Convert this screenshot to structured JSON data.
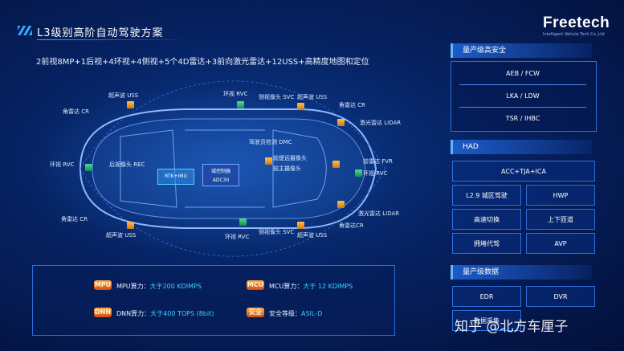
{
  "slide": {
    "title": "L3级别高阶自动驾驶方案",
    "subtitle": "2前视8MP+1后视+4环视+4侧视+5个4D雷达+3前向激光雷达+12USS+高精度地图和定位",
    "logo": "Freetech",
    "logo_sub": "Intelligent Vehicle Tech Co.,Ltd"
  },
  "car_labels": {
    "uss_tl": "超声波 USS",
    "rvc_top": "环视 RVC",
    "svc_top": "侧视像头 SVC",
    "uss_tr": "超声波 USS",
    "cr_tl": "角雷达 CR",
    "cr_tr": "角雷达 CR",
    "lidar_top": "激光雷达 LIDAR",
    "dmc": "驾驶员检测 DMC",
    "rvc_left": "环视 RVC",
    "rec": "后视像头 REC",
    "front_cam_a": "前提远摄像头",
    "front_cam_b": "前主摄像头",
    "fvr": "前雷达 FVR",
    "rvc_right": "环视 RVC",
    "rtk": "RTK+IMU",
    "adc": "域控制器\nADC30",
    "adc_line1": "域控制器",
    "adc_line2": "ADC30",
    "cr_bl": "角雷达 CR",
    "lidar_bot": "激光雷达 LIDAR",
    "cr_br": "角雷达CR",
    "uss_bl": "超声波 USS",
    "rvc_bot": "环视 RVC",
    "svc_bot": "侧视像头 SVC",
    "uss_br": "超声波 USS"
  },
  "compute": {
    "mpu_icon": "MPU",
    "mpu_label": "MPU算力：",
    "mpu_value": "大于200 KDIMPS",
    "mcu_icon": "MCU",
    "mcu_label": "MCU算力：",
    "mcu_value": "大于 12 KDIMPS",
    "dnn_icon": "DNN",
    "dnn_label": "DNN算力：",
    "dnn_value": "大于400 TOPS (8bit)",
    "safe_icon": "安全",
    "safe_label": "安全等级：",
    "safe_value": "ASIL-D"
  },
  "safety": {
    "header": "量产级高安全",
    "items": [
      "AEB / FCW",
      "LKA / LDW",
      "TSR / IHBC"
    ]
  },
  "had": {
    "header": "HAD",
    "items": [
      "ACC+TJA+ICA",
      "L2.9 城区驾驶",
      "HWP",
      "高速切换",
      "上下匝道",
      "拥堵代驾",
      "AVP"
    ]
  },
  "data_panel": {
    "header": "量产级数据",
    "items": [
      "EDR",
      "DVR",
      "数据采集"
    ]
  },
  "watermark": "知乎 @北方车厘子",
  "colors": {
    "accent": "#3fd0ff",
    "background": "#062262"
  }
}
